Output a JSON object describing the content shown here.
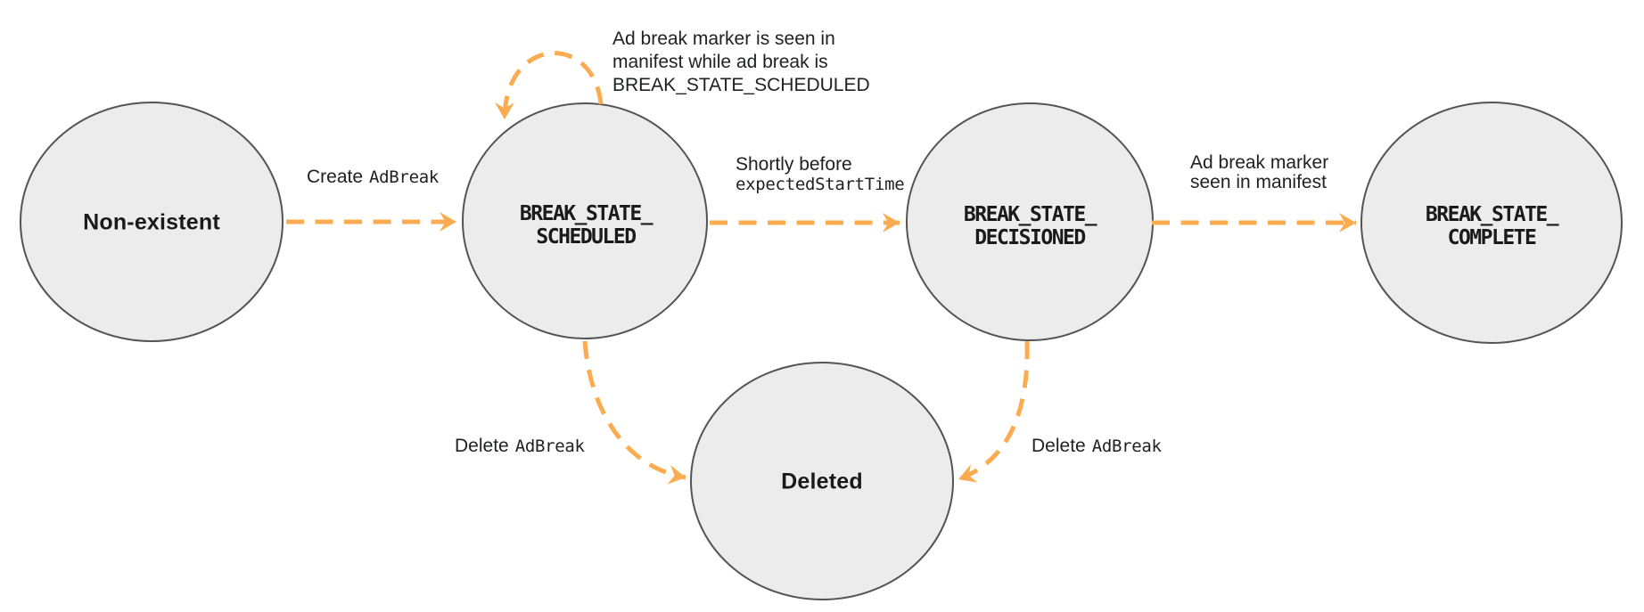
{
  "colors": {
    "arrow": "#FBAC50",
    "node_fill": "#ECECEC",
    "node_border": "#545454",
    "text": "#1A1A1A"
  },
  "diagram": {
    "states": [
      {
        "name": "Non-existent"
      },
      {
        "line1": "BREAK_STATE_",
        "line2": "SCHEDULED"
      },
      {
        "line1": "BREAK_STATE_",
        "line2": "DECISIONED"
      },
      {
        "line1": "BREAK_STATE_",
        "line2": "COMPLETE"
      },
      {
        "name": "Deleted"
      }
    ],
    "edges": {
      "create": {
        "text": "Create",
        "code": "AdBreak"
      },
      "self_loop": {
        "line1": "Ad break marker is seen in",
        "line2": "manifest while ad break is",
        "code": "BREAK_STATE_SCHEDULED"
      },
      "decision": {
        "text": "Shortly before",
        "code": "expectedStartTime"
      },
      "complete": {
        "line1": "Ad break marker",
        "line2": "seen in manifest"
      },
      "delete_from_scheduled": {
        "text": "Delete",
        "code": "AdBreak"
      },
      "delete_from_decisioned": {
        "text": "Delete",
        "code": "AdBreak"
      }
    }
  }
}
